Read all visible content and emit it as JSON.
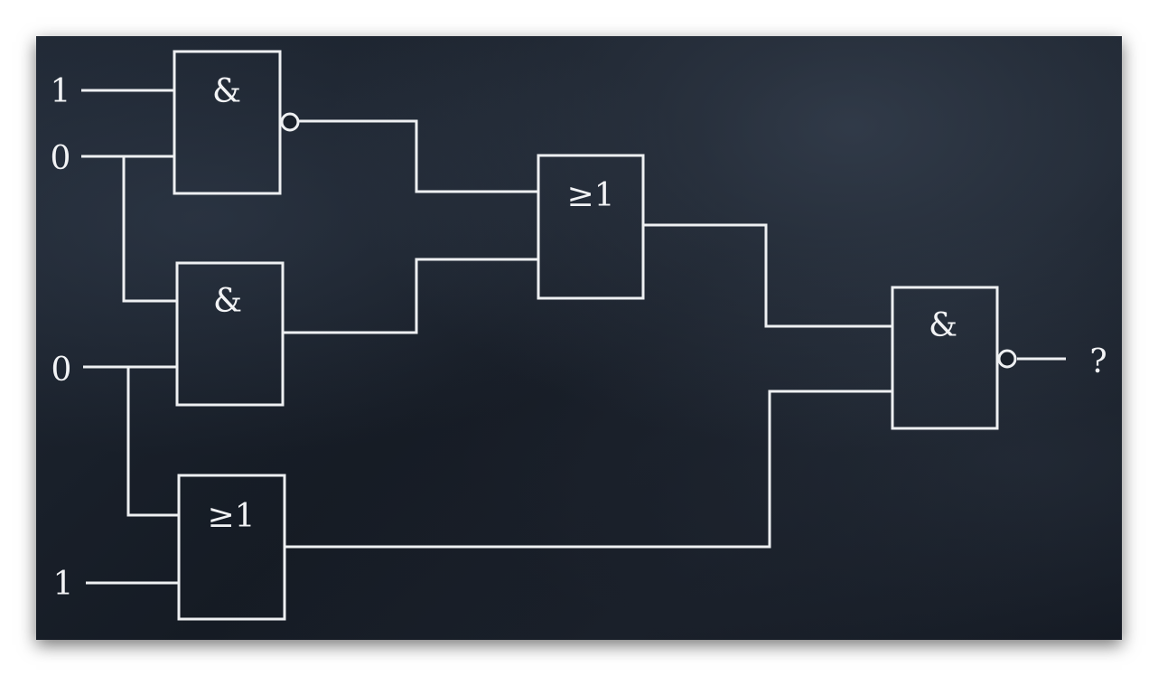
{
  "diagram": {
    "inputs": [
      {
        "id": "in1",
        "value": "1"
      },
      {
        "id": "in2",
        "value": "0"
      },
      {
        "id": "in3",
        "value": "0"
      },
      {
        "id": "in4",
        "value": "1"
      }
    ],
    "gates": [
      {
        "id": "g1",
        "symbol": "&",
        "inverted_output": true
      },
      {
        "id": "g2",
        "symbol": "&",
        "inverted_output": false
      },
      {
        "id": "g3",
        "symbol": "≥1",
        "inverted_output": false
      },
      {
        "id": "g4",
        "symbol": "≥1",
        "inverted_output": false
      },
      {
        "id": "g5",
        "symbol": "&",
        "inverted_output": true
      }
    ],
    "output": {
      "value": "?"
    }
  }
}
